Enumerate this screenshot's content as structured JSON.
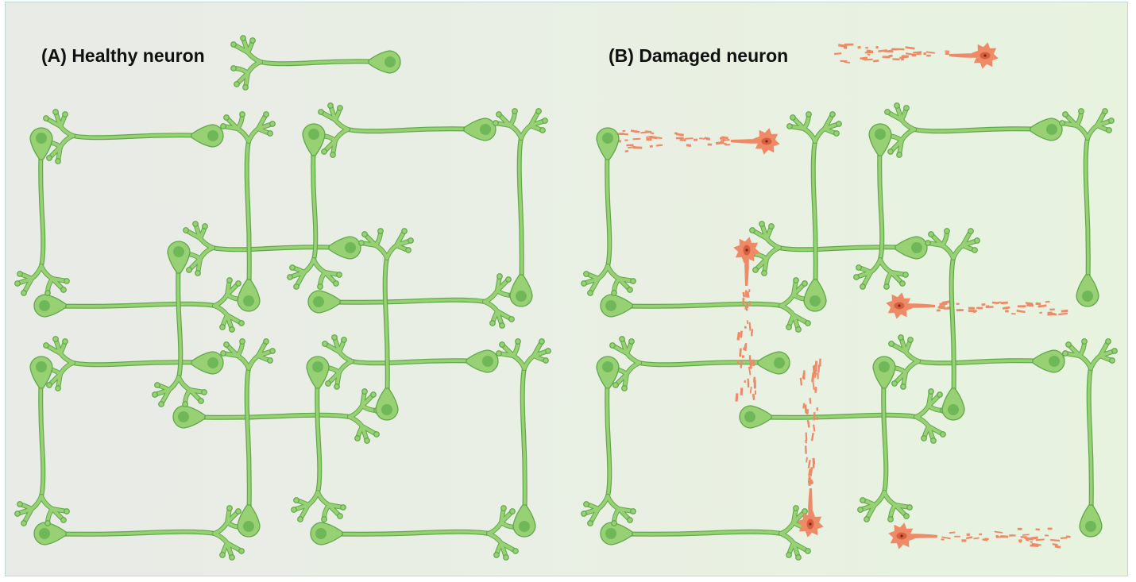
{
  "panel_a": {
    "title": "(A) Healthy neuron",
    "neuron_count": 20,
    "damaged_count": 0
  },
  "panel_b": {
    "title": "(B) Damaged neuron",
    "neuron_count": 20,
    "damaged_count": 5
  },
  "colors": {
    "healthy_fill": "#98d173",
    "healthy_stroke": "#5fa84a",
    "healthy_nucleus": "#6fb85a",
    "damaged_fill": "#ee8a66",
    "damaged_nucleus": "#d65f3f",
    "damaged_dot": "#7a2417"
  }
}
